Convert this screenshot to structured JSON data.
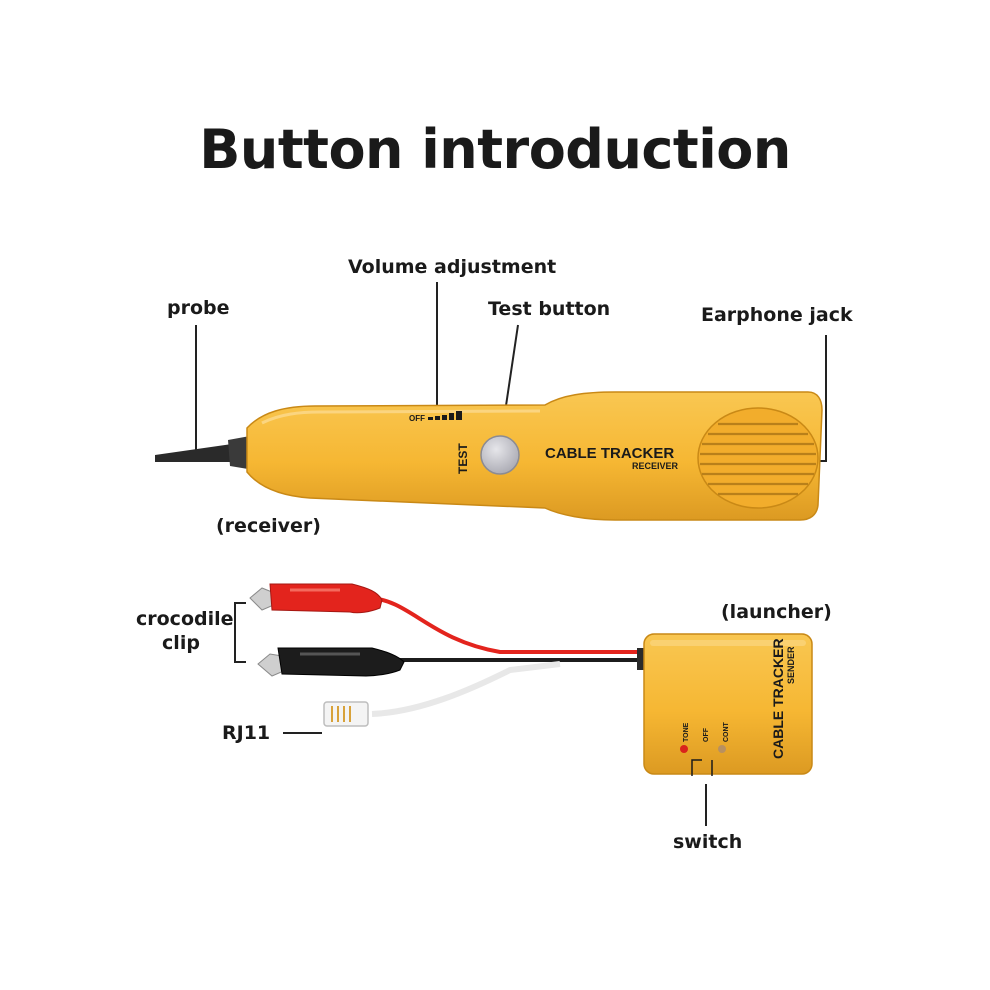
{
  "title": "Button introduction",
  "labels": {
    "probe": "probe",
    "volume": "Volume adjustment",
    "test_button": "Test button",
    "earphone": "Earphone jack",
    "receiver": "(receiver)",
    "crocodile_1": "crocodile",
    "crocodile_2": "clip",
    "rj11": "RJ11",
    "launcher": "(launcher)",
    "switch": "switch"
  },
  "device_text": {
    "off": "OFF",
    "test": "TEST",
    "brand": "CABLE TRACKER",
    "receiver_sub": "RECEIVER",
    "sender_sub": "SENDER",
    "tone": "TONE",
    "cont": "CONT"
  },
  "colors": {
    "device_yellow": "#f6b733",
    "device_shadow": "#d9951d",
    "clip_red": "#e3241d",
    "clip_black": "#1c1c1c",
    "text": "#1a1a1a"
  }
}
